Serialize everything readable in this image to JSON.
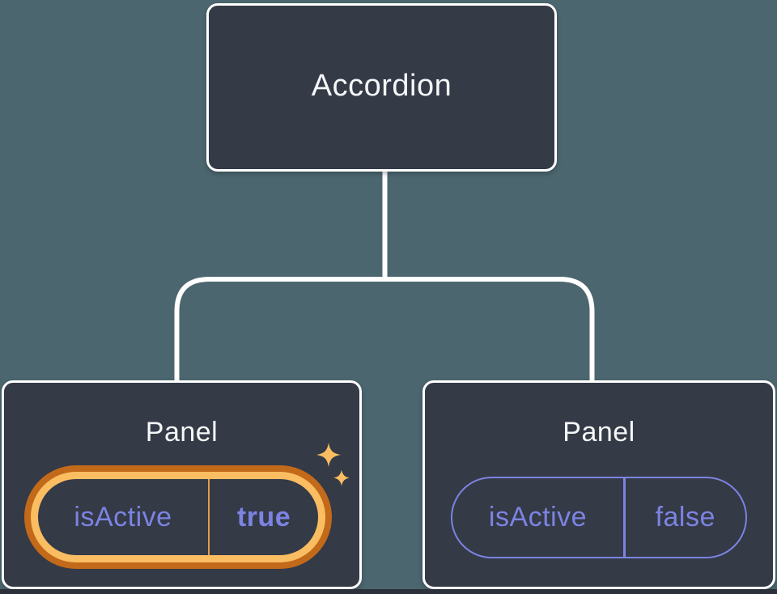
{
  "diagram": {
    "title_hint": "component tree: Accordion parent with two Panel children holding isActive state",
    "root": {
      "label": "Accordion"
    },
    "panels": [
      {
        "label": "Panel",
        "prop": {
          "name": "isActive",
          "value": "true"
        },
        "highlighted": true
      },
      {
        "label": "Panel",
        "prop": {
          "name": "isActive",
          "value": "false"
        },
        "highlighted": false
      }
    ]
  },
  "icons": {
    "sparkle_large": "sparkle-icon",
    "sparkle_small": "sparkle-icon"
  },
  "colors": {
    "background": "#4C666F",
    "node_fill": "#343A46",
    "node_border": "#FFFFFF",
    "text_primary": "#F4F6F8",
    "state_purple": "#7C83E2",
    "highlight_orange_dark": "#C2691A",
    "highlight_orange_light": "#FABD62",
    "divider_orange": "#E39A4D",
    "bottom_strip": "#2B303A",
    "connector_line": "#FFFFFF"
  }
}
